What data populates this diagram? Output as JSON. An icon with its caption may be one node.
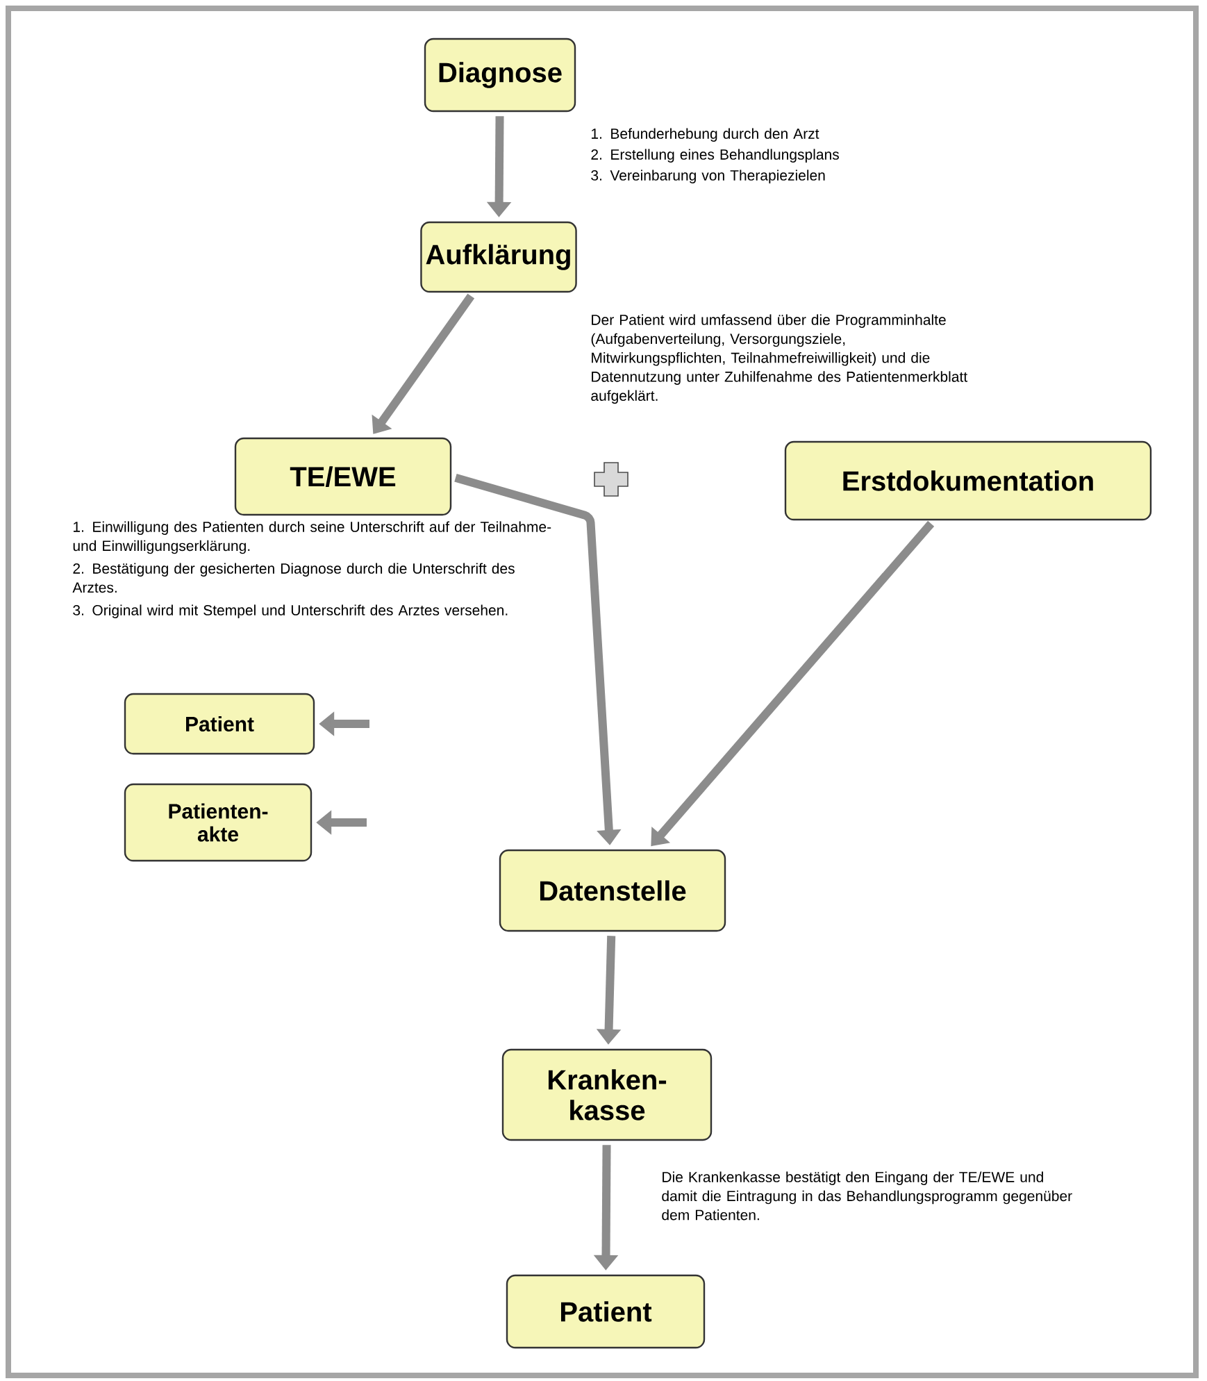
{
  "diagram": {
    "nodes": [
      {
        "text": [
          "Diagnose"
        ]
      },
      {
        "text": [
          "Aufklärung"
        ]
      },
      {
        "text": [
          "TE/EWE"
        ]
      },
      {
        "text": [
          "Erstdokumentation"
        ]
      },
      {
        "text": [
          "Patient"
        ]
      },
      {
        "text": [
          "Patienten- akte"
        ]
      },
      {
        "text": [
          "Datenstelle"
        ]
      },
      {
        "text": [
          "Kranken- kasse"
        ]
      },
      {
        "text": [
          "Patient"
        ]
      }
    ],
    "edges": [
      {
        "from": 0,
        "to": 1,
        "arrow": "to"
      },
      {
        "from": 1,
        "to": 2,
        "arrow": "to"
      },
      {
        "from": 2,
        "to": 6,
        "arrow": "to"
      },
      {
        "from": 3,
        "to": 6,
        "arrow": "to"
      },
      {
        "from": null,
        "to": 4,
        "arrow": "to"
      },
      {
        "from": null,
        "to": 5,
        "arrow": "to"
      },
      {
        "from": 6,
        "to": 7,
        "arrow": "to"
      },
      {
        "from": 7,
        "to": 8,
        "arrow": "to"
      }
    ],
    "labels": [
      "1. Befunderhebung durch den Arzt",
      "2. Erstellung eines Behandlungsplans",
      "3. Vereinbarung von Therapiezielen",
      "Der Patient wird umfassend über die Programminhalte (Aufgabenverteilung, Versorgungsziele, Mitwirkungspflichten, Teilnahmefreiwilligkeit) und die Datennutzung unter Zuhilfenahme des Patientenmerkblatt aufgeklärt.",
      "1. Einwilligung des Patienten durch seine Unterschrift auf der Teilnahme- und Einwilligungserklärung.",
      "2. Bestätigung der gesicherten Diagnose durch die Unterschrift des Arztes.",
      "3. Original wird mit Stempel und Unterschrift des Arztes versehen.",
      "Die Krankenkasse bestätigt den Eingang der TE/EWE und damit die Eintragung in das Behandlungsprogramm gegenüber dem Patienten."
    ]
  }
}
